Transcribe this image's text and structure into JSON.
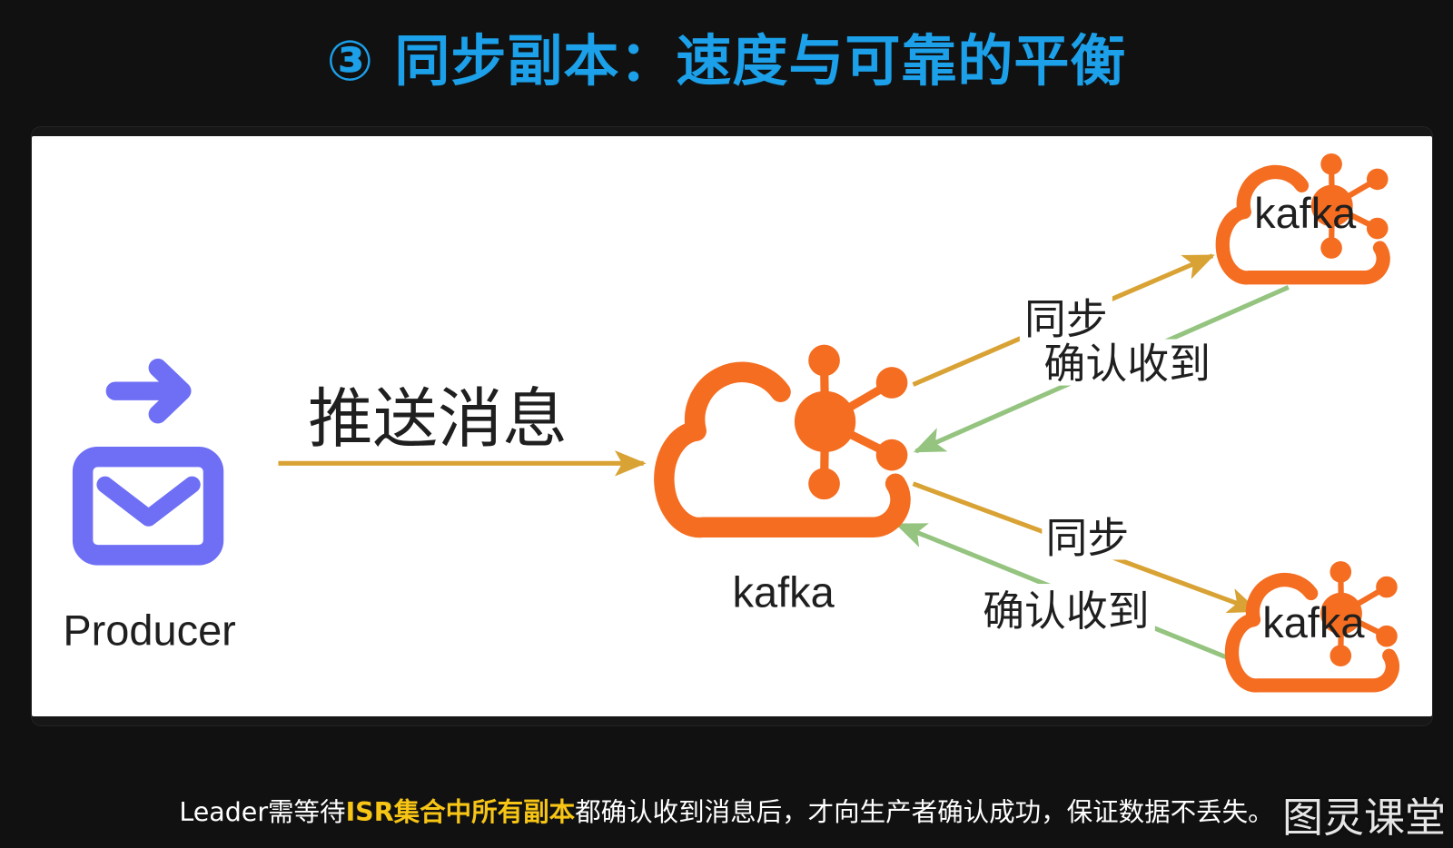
{
  "title": "③ 同步副本：速度与可靠的平衡",
  "diagram": {
    "producer": {
      "label": "Producer",
      "icon": "mail-send-icon"
    },
    "push": {
      "label": "推送消息"
    },
    "leader": {
      "label": "kafka",
      "icon": "kafka-cloud-icon"
    },
    "followers": [
      {
        "label": "kafka",
        "sync_label": "同步",
        "ack_label": "确认收到",
        "icon": "kafka-cloud-icon"
      },
      {
        "label": "kafka",
        "sync_label": "同步",
        "ack_label": "确认收到",
        "icon": "kafka-cloud-icon"
      }
    ]
  },
  "caption": {
    "prefix": "Leader需等待",
    "highlight": "ISR集合中所有副本",
    "suffix": "都确认收到消息后，才向生产者确认成功，保证数据不丢失。"
  },
  "watermark": "图灵课堂",
  "colors": {
    "background": "#111111",
    "title": "#1ba0e9",
    "caption": "#ffffff",
    "highlight": "#f7c515",
    "kafka_orange": "#f46d20",
    "producer_purple": "#6e6ff5",
    "sync_arrow": "#d9a234",
    "ack_arrow": "#94c47f",
    "diagram_text": "#1f1f1f"
  }
}
